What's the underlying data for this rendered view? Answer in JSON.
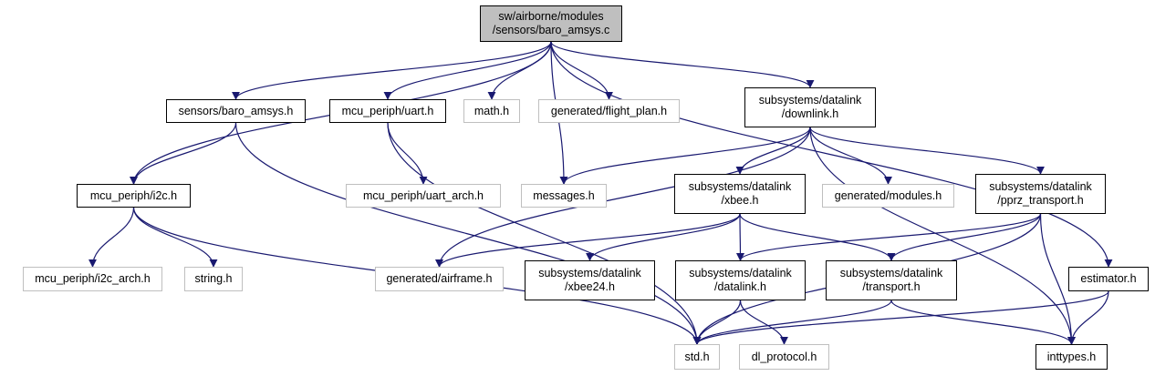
{
  "graph": {
    "edge_color": "#191970",
    "nodes": {
      "root": {
        "lines": [
          "sw/airborne/modules",
          "/sensors/baro_amsys.c"
        ],
        "style": "root"
      },
      "baro_h": {
        "lines": [
          "sensors/baro_amsys.h"
        ],
        "style": "solid"
      },
      "uart_h": {
        "lines": [
          "mcu_periph/uart.h"
        ],
        "style": "solid"
      },
      "math_h": {
        "lines": [
          "math.h"
        ],
        "style": "faint"
      },
      "flight_plan": {
        "lines": [
          "generated/flight_plan.h"
        ],
        "style": "faint"
      },
      "downlink_h": {
        "lines": [
          "subsystems/datalink",
          "/downlink.h"
        ],
        "style": "solid"
      },
      "i2c_h": {
        "lines": [
          "mcu_periph/i2c.h"
        ],
        "style": "solid"
      },
      "uart_arch": {
        "lines": [
          "mcu_periph/uart_arch.h"
        ],
        "style": "faint"
      },
      "messages_h": {
        "lines": [
          "messages.h"
        ],
        "style": "faint"
      },
      "xbee_h": {
        "lines": [
          "subsystems/datalink",
          "/xbee.h"
        ],
        "style": "solid"
      },
      "modules_h": {
        "lines": [
          "generated/modules.h"
        ],
        "style": "faint"
      },
      "pprz": {
        "lines": [
          "subsystems/datalink",
          "/pprz_transport.h"
        ],
        "style": "solid"
      },
      "i2c_arch": {
        "lines": [
          "mcu_periph/i2c_arch.h"
        ],
        "style": "faint"
      },
      "string_h": {
        "lines": [
          "string.h"
        ],
        "style": "faint"
      },
      "airframe": {
        "lines": [
          "generated/airframe.h"
        ],
        "style": "faint"
      },
      "xbee24": {
        "lines": [
          "subsystems/datalink",
          "/xbee24.h"
        ],
        "style": "solid"
      },
      "datalink_h": {
        "lines": [
          "subsystems/datalink",
          "/datalink.h"
        ],
        "style": "solid"
      },
      "transport_h": {
        "lines": [
          "subsystems/datalink",
          "/transport.h"
        ],
        "style": "solid"
      },
      "estimator": {
        "lines": [
          "estimator.h"
        ],
        "style": "solid"
      },
      "std_h": {
        "lines": [
          "std.h"
        ],
        "style": "faint"
      },
      "dl_protocol": {
        "lines": [
          "dl_protocol.h"
        ],
        "style": "faint"
      },
      "inttypes": {
        "lines": [
          "inttypes.h"
        ],
        "style": "solid"
      }
    },
    "edges": [
      [
        "root",
        "baro_h"
      ],
      [
        "root",
        "uart_h"
      ],
      [
        "root",
        "math_h"
      ],
      [
        "root",
        "flight_plan"
      ],
      [
        "root",
        "downlink_h"
      ],
      [
        "root",
        "i2c_h"
      ],
      [
        "root",
        "messages_h"
      ],
      [
        "root",
        "estimator"
      ],
      [
        "baro_h",
        "i2c_h"
      ],
      [
        "baro_h",
        "std_h"
      ],
      [
        "uart_h",
        "uart_arch"
      ],
      [
        "uart_h",
        "std_h"
      ],
      [
        "i2c_h",
        "i2c_arch"
      ],
      [
        "i2c_h",
        "string_h"
      ],
      [
        "i2c_h",
        "std_h"
      ],
      [
        "downlink_h",
        "messages_h"
      ],
      [
        "downlink_h",
        "airframe"
      ],
      [
        "downlink_h",
        "xbee_h"
      ],
      [
        "downlink_h",
        "modules_h"
      ],
      [
        "downlink_h",
        "pprz"
      ],
      [
        "downlink_h",
        "inttypes"
      ],
      [
        "xbee_h",
        "airframe"
      ],
      [
        "xbee_h",
        "xbee24"
      ],
      [
        "xbee_h",
        "datalink_h"
      ],
      [
        "xbee_h",
        "transport_h"
      ],
      [
        "pprz",
        "datalink_h"
      ],
      [
        "pprz",
        "transport_h"
      ],
      [
        "pprz",
        "std_h"
      ],
      [
        "pprz",
        "inttypes"
      ],
      [
        "datalink_h",
        "std_h"
      ],
      [
        "datalink_h",
        "dl_protocol"
      ],
      [
        "transport_h",
        "std_h"
      ],
      [
        "transport_h",
        "inttypes"
      ],
      [
        "estimator",
        "std_h"
      ],
      [
        "estimator",
        "inttypes"
      ]
    ]
  }
}
